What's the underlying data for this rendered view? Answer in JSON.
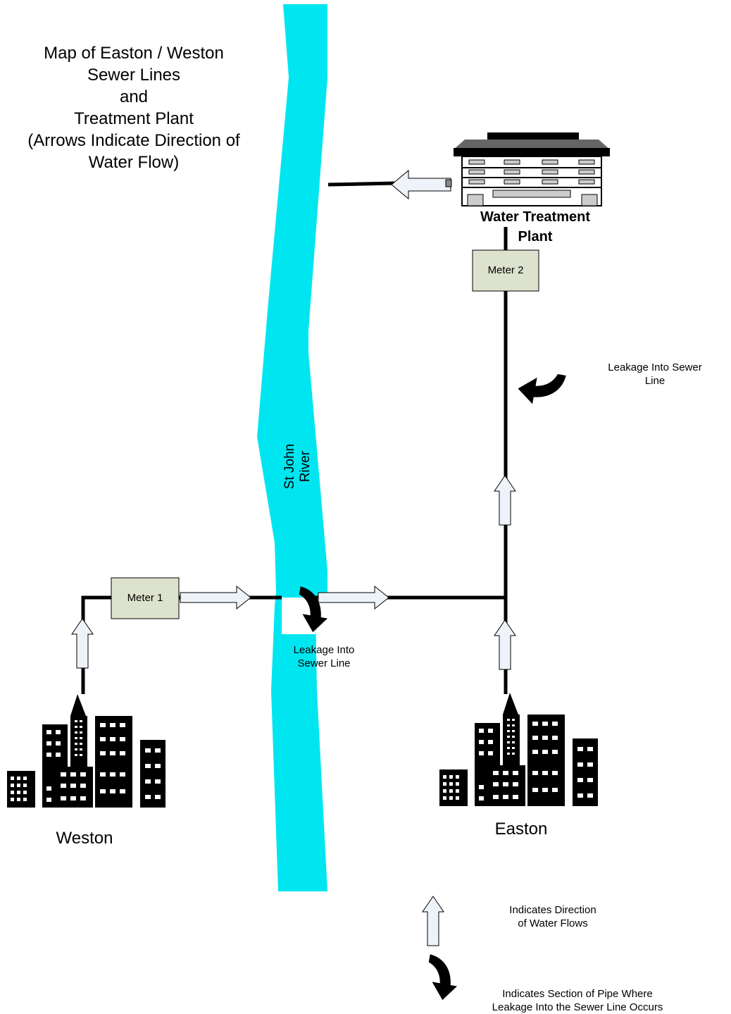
{
  "title_lines": [
    "Map of Easton / Weston",
    "Sewer Lines",
    "and",
    "Treatment Plant",
    "(Arrows Indicate Direction of",
    "Water Flow)"
  ],
  "plant": {
    "label_lines": [
      "Water Treatment",
      "Plant"
    ]
  },
  "river": {
    "label": "St John River",
    "color": "#00E6F0"
  },
  "meters": [
    {
      "label": "Meter 1"
    },
    {
      "label": "Meter 2"
    }
  ],
  "towns": {
    "west": "Weston",
    "east": "Easton"
  },
  "leakage_notes": {
    "river_crossing": [
      "Leakage Into",
      "Sewer Line"
    ],
    "east_pipe": [
      "Leakage Into Sewer",
      "Line"
    ]
  },
  "legend": {
    "flow_arrow": [
      "Indicates Direction",
      "of Water Flows"
    ],
    "leak_arrow": [
      "Indicates Section of Pipe Where",
      "Leakage Into the Sewer Line Occurs"
    ]
  },
  "colors": {
    "meter_fill": "#DDE2CE",
    "arrow_fill": "#EEF3FA",
    "pipe": "#000000"
  }
}
